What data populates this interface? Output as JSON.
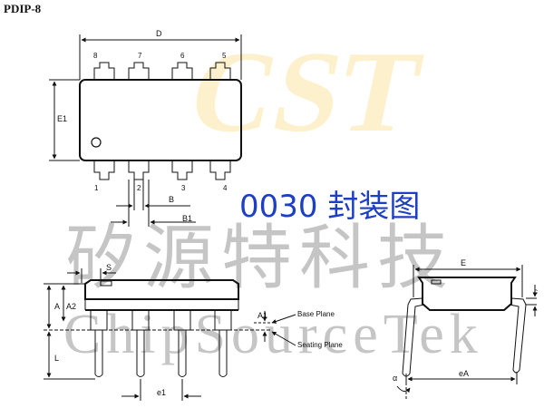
{
  "package_title": "PDIP-8",
  "heading": "0030 封装图",
  "watermark": {
    "logo_text": "CST",
    "company_cn": "矽源特科技",
    "company_en": "ChipSourceTek"
  },
  "colors": {
    "heading": "#1d3fc4",
    "logo": "#f7c844",
    "watermark_text": "#969696",
    "drawing": "#111111"
  },
  "top_view": {
    "pins_top": [
      "8",
      "7",
      "6",
      "5"
    ],
    "pins_bottom": [
      "1",
      "2",
      "3",
      "4"
    ],
    "dimensions": {
      "length": "D",
      "width": "E1",
      "lead_width": "B",
      "lead_shoulder_width": "B1"
    }
  },
  "side_view": {
    "dimensions": {
      "lead_offset": "S",
      "total_height": "A",
      "body_height": "A2",
      "standoff": "A1",
      "lead_length": "L",
      "pitch": "e1"
    },
    "plane_labels": {
      "base": "Base Plane",
      "seating": "Seating Plane"
    }
  },
  "end_view": {
    "dimensions": {
      "body_width": "E",
      "lead_thickness": "c",
      "row_spacing": "eA",
      "lead_angle": "α"
    }
  }
}
